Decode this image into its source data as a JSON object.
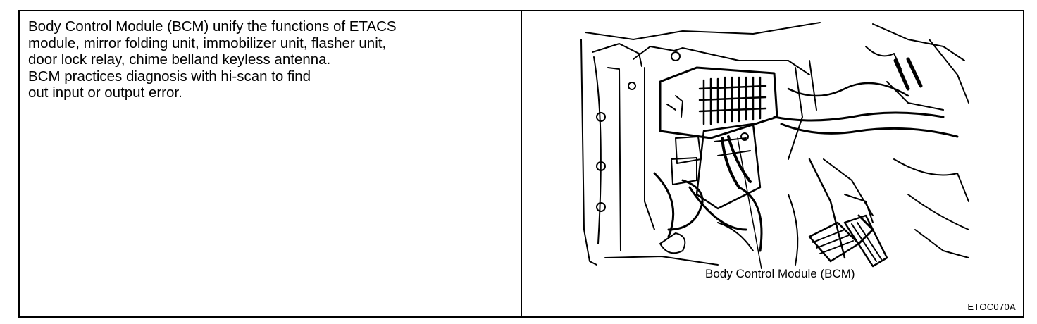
{
  "description": {
    "lines": [
      "Body Control Module (BCM) unify the functions of ETACS",
      "module, mirror folding unit, immobilizer unit, flasher unit,",
      "door lock relay, chime belland keyless antenna.",
      "BCM practices diagnosis with hi-scan to find",
      "out input or output error."
    ]
  },
  "figure": {
    "caption": "Body Control Module (BCM)",
    "code": "ETOC070A"
  }
}
